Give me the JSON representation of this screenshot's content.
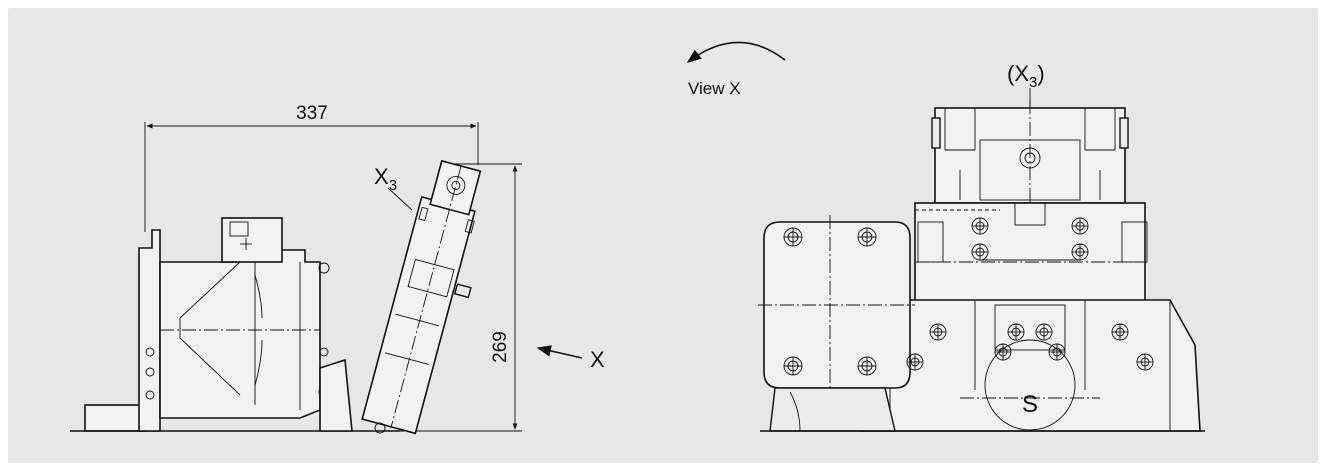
{
  "side_view": {
    "dim_width": "337",
    "dim_height": "269",
    "port_label_main": "X",
    "port_label_sub": "3",
    "view_arrow_label": "X"
  },
  "front_view": {
    "view_label": "View X",
    "port_label_open": "(X",
    "port_label_sub": "3",
    "port_label_close": ")",
    "suction_label": "S"
  },
  "colors": {
    "background": "#e6e7e6",
    "line": "#111111"
  }
}
